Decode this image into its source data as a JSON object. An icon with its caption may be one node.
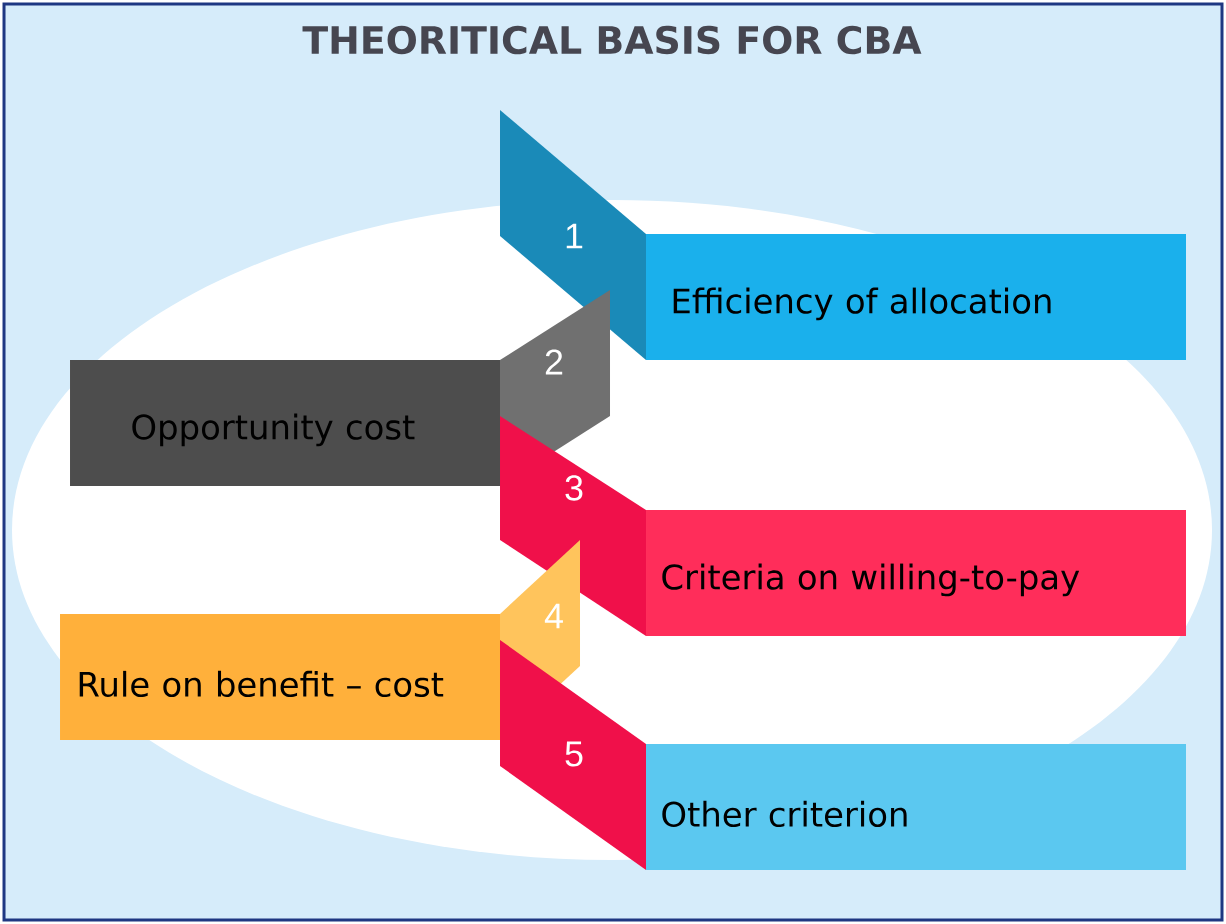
{
  "diagram": {
    "title": "THEORITICAL BASIS FOR CBA",
    "nodes": [
      {
        "text": [
          "1"
        ]
      },
      {
        "text": [
          "Efficiency of allocation"
        ]
      },
      {
        "text": [
          "2"
        ]
      },
      {
        "text": [
          "Opportunity cost"
        ]
      },
      {
        "text": [
          "3"
        ]
      },
      {
        "text": [
          "Criteria on willing-to-pay"
        ]
      },
      {
        "text": [
          "4"
        ]
      },
      {
        "text": [
          "Rule on benefit – cost"
        ]
      },
      {
        "text": [
          "5"
        ]
      },
      {
        "text": [
          "Other criterion"
        ]
      }
    ]
  }
}
